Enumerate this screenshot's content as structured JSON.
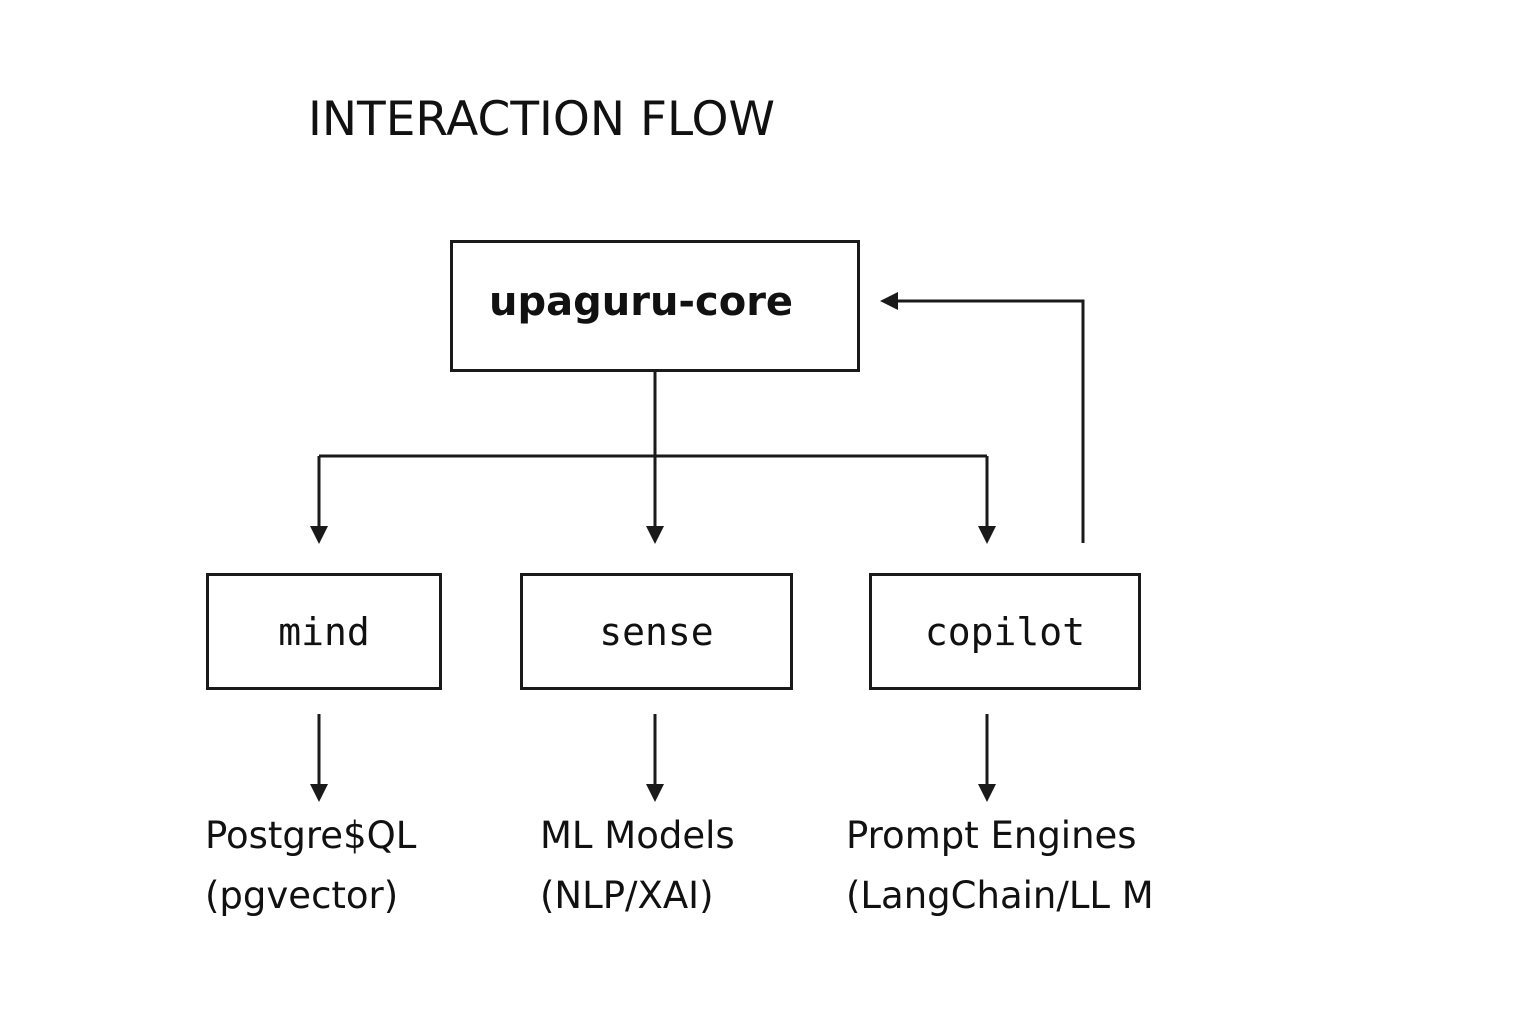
{
  "title": "INTERACTION FLOW",
  "nodes": {
    "core": {
      "label": "upaguru-core"
    },
    "mind": {
      "label": "mind"
    },
    "sense": {
      "label": "sense"
    },
    "copilot": {
      "label": "copilot"
    }
  },
  "tech": {
    "mind": {
      "line1": "Postgre$QL",
      "line2": "(pgvector)"
    },
    "sense": {
      "line1": "ML Models",
      "line2": "(NLP/XAI)"
    },
    "copilot": {
      "line1": "Prompt Engines",
      "line2": "(LangChain/LL M"
    }
  },
  "edges": [
    {
      "from": "upaguru-core",
      "to": "mind"
    },
    {
      "from": "upaguru-core",
      "to": "sense"
    },
    {
      "from": "upaguru-core",
      "to": "copilot"
    },
    {
      "from": "copilot",
      "to": "upaguru-core"
    },
    {
      "from": "mind",
      "to": "Postgre$QL (pgvector)"
    },
    {
      "from": "sense",
      "to": "ML Models (NLP/XAI)"
    },
    {
      "from": "copilot",
      "to": "Prompt Engines (LangChain/LL M"
    }
  ]
}
